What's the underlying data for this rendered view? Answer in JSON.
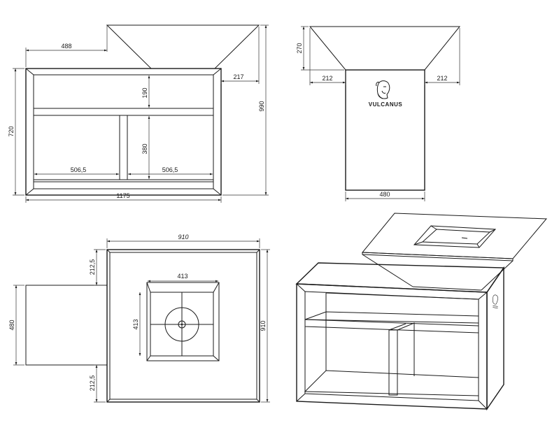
{
  "brand": {
    "name": "VULCANUS",
    "logo_icon": "bearded-head-logo-icon"
  },
  "front_view": {
    "dims": {
      "hopper_offset": "488",
      "hopper_overhang": "217",
      "total_height": "990",
      "body_height": "720",
      "shelf_gap": "190",
      "lower_height": "380",
      "left_bay": "506,5",
      "right_bay": "506,5",
      "total_width": "1175"
    }
  },
  "side_view": {
    "dims": {
      "hopper_height": "270",
      "left_overhang": "212",
      "right_overhang": "212",
      "body_width": "480"
    }
  },
  "top_view": {
    "dims": {
      "top_width": "910",
      "top_depth": "910",
      "upper_margin": "212,5",
      "lower_margin": "212,5",
      "arm_width": "480",
      "opening_width": "413",
      "opening_depth": "413"
    }
  }
}
